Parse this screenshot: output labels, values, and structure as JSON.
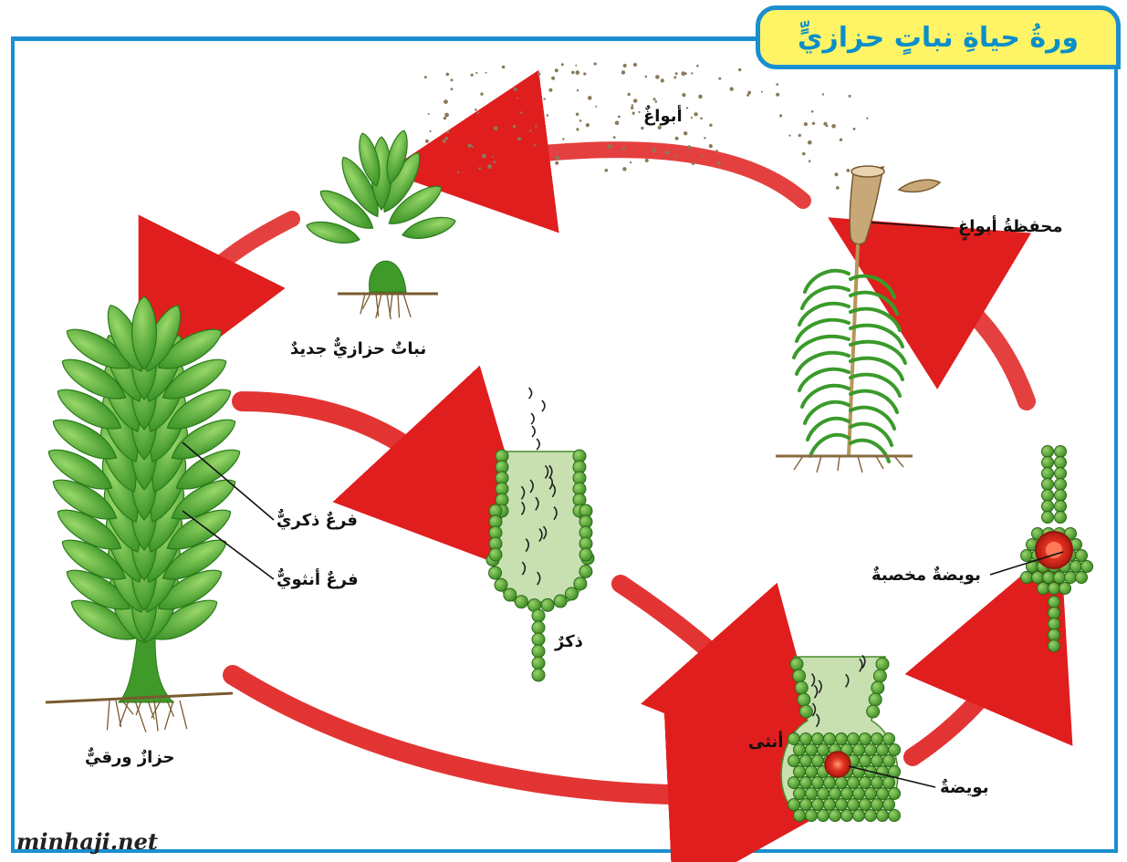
{
  "title": "ورةُ حياةِ نباتٍ حزازيٍّ",
  "labels": {
    "spores": "أبواغٌ",
    "spore_capsule": "محفظةُ أبواغٍ",
    "new_moss": "نباتٌ حزازيٌّ جديدٌ",
    "male_branch": "فرعٌ ذكريٌّ",
    "female_branch": "فرعٌ أنثويٌّ",
    "leafy_moss": "حزازٌ ورقيٌّ",
    "male": "ذكرٌ",
    "female": "أنثى",
    "egg": "بويضةٌ",
    "fertilized_egg": "بويضةٌ مخصبةٌ"
  },
  "watermark": "minhaji.net",
  "colors": {
    "frame": "#1a8fd0",
    "title_bg": "#fff466",
    "title_text": "#0a8fc9",
    "arrow": "#e01e1e",
    "leaf": "#4caa2e",
    "cell": "#5aae3a",
    "egg": "#e03020"
  }
}
